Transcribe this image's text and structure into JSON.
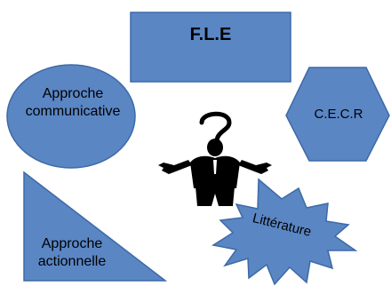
{
  "colors": {
    "shape_fill": "#5a86c4",
    "shape_stroke": "#3d6aa6",
    "figure": "#000000"
  },
  "shapes": {
    "rectangle_label": "F.L.E",
    "ellipse_label": "Approche communicative",
    "hexagon_label": "C.E.C.R",
    "triangle_label": "Approche actionnelle",
    "starburst_label": "Littérature"
  },
  "figure": {
    "icon": "person-shrugging-question-icon",
    "symbol": "?"
  }
}
